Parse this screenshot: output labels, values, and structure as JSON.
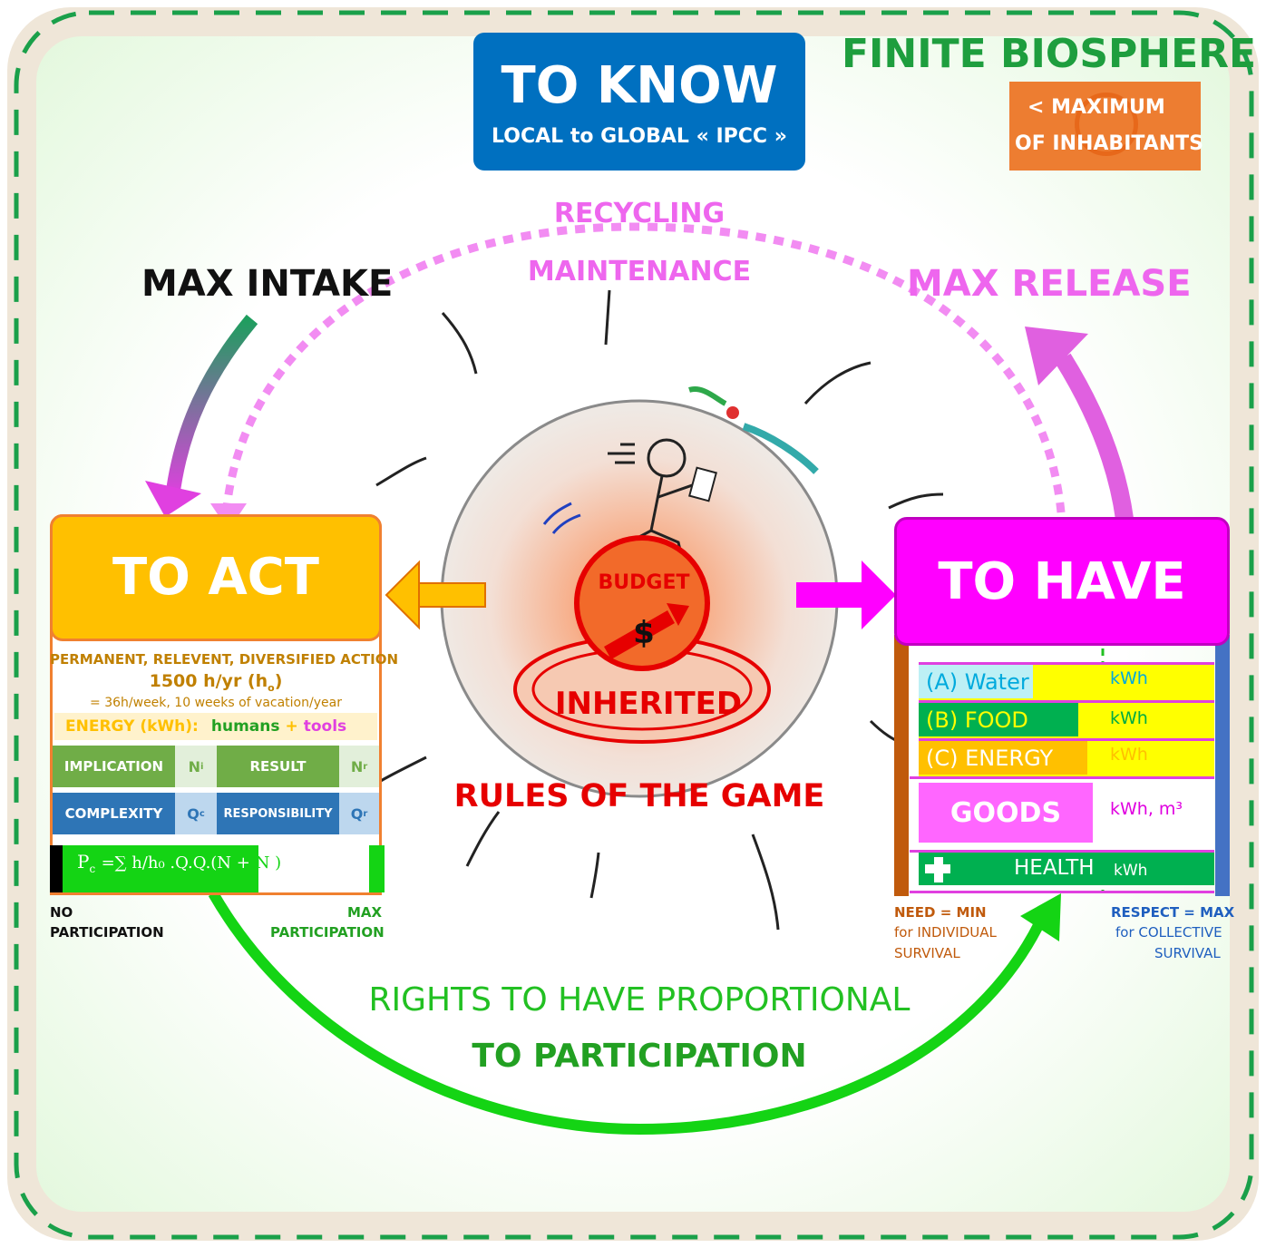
{
  "biosphere": {
    "title": "FINITE BIOSPHERE",
    "max_inhabitants": [
      "<  MAXIMUM",
      "OF INHABITANTS"
    ]
  },
  "know": {
    "title": "TO KNOW",
    "subtitle": "LOCAL to GLOBAL « IPCC »"
  },
  "recycling": {
    "line1": "RECYCLING",
    "line2": "MAINTENANCE"
  },
  "max_intake": "MAX INTAKE",
  "max_release": "MAX RELEASE",
  "act": {
    "title": "TO ACT",
    "line1": "PERMANENT, RELEVENT, DIVERSIFIED ACTION",
    "hours": "1500 h/yr (h",
    "hours_sub": "o",
    "hours_end": ")",
    "week": "= 36h/week, 10 weeks of vacation/year",
    "energy_label": "ENERGY (kWh):",
    "energy_humans": "humans",
    "energy_plus": "+",
    "energy_tools": "tools",
    "implication": "IMPLICATION",
    "ni": "N",
    "ni_sub": "i",
    "result": "RESULT",
    "nr": "N",
    "nr_sub": "r",
    "complexity": "COMPLEXITY",
    "qc": "Q",
    "qc_sub": "c",
    "responsibility": "RESPONSIBILITY",
    "qr": "Q",
    "qr_sub": "r",
    "formula_pc": "P",
    "formula_pc_sub": "c",
    "no_participation": [
      "NO",
      "PARTICIPATION"
    ],
    "max_participation": [
      "MAX",
      "PARTICIPATION"
    ]
  },
  "center": {
    "budget": "BUDGET",
    "dollar": "$",
    "inherited": "INHERITED",
    "rules": "RULES OF THE GAME"
  },
  "have": {
    "title": "TO HAVE",
    "water": "(A) Water",
    "food": "(B) FOOD",
    "energy": "(C) ENERGY",
    "kwh": "kWh",
    "goods": "GOODS",
    "goods_unit": "kWh, m³",
    "health": "HEALTH",
    "health_icon": "plus-icon",
    "need": "NEED = MIN",
    "need_sub": [
      "for INDIVIDUAL",
      "SURVIVAL"
    ],
    "respect": "RESPECT = MAX",
    "respect_sub": [
      "for COLLECTIVE",
      "SURVIVAL"
    ]
  },
  "rights": {
    "line1": "RIGHTS TO HAVE PROPORTIONAL",
    "line2": "TO PARTICIPATION"
  },
  "colors": {
    "green": "#1e9e3e",
    "magenta": "#ff00ff",
    "orange": "#ffc000",
    "blue": "#0070c0",
    "red": "#e60000",
    "pink": "#ee82ee"
  }
}
